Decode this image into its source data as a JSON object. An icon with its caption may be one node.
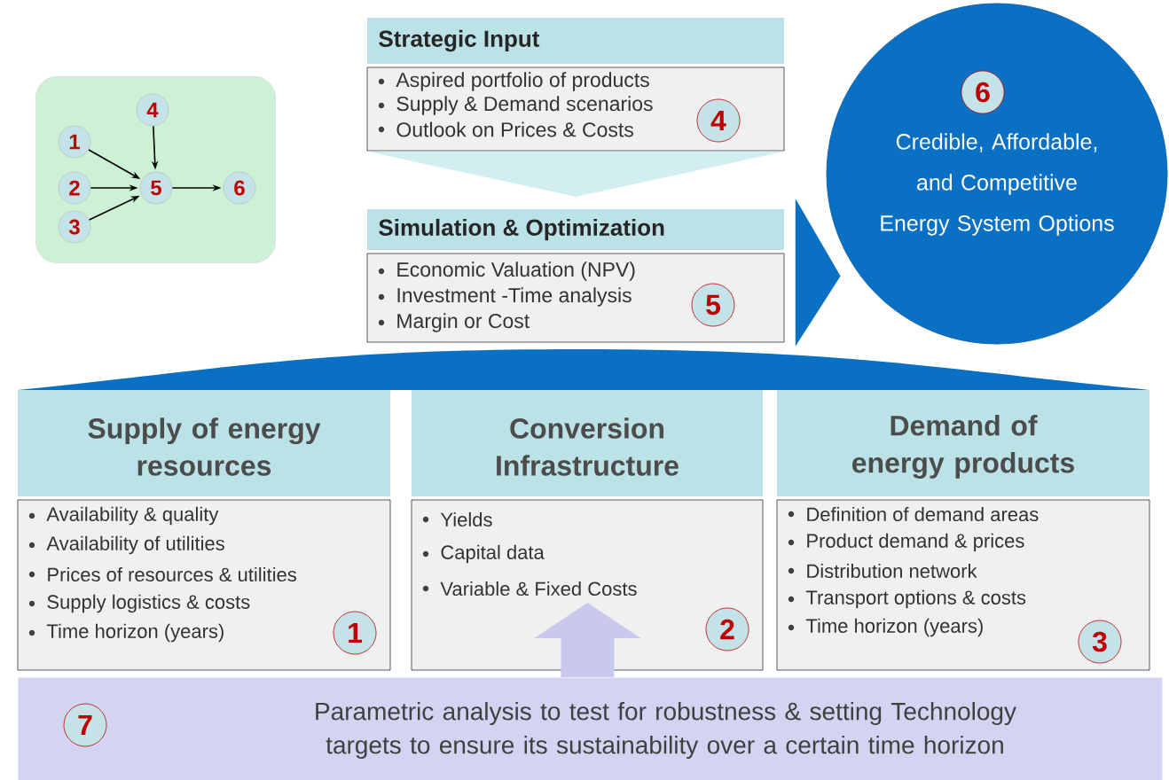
{
  "diagram": {
    "nodes": [
      {
        "text": [],
        "shape": "box"
      },
      {
        "text": [
          "1"
        ],
        "in": 0
      },
      {
        "text": [
          "2"
        ],
        "in": 0
      },
      {
        "text": [
          "3"
        ],
        "in": 0
      },
      {
        "text": [
          "4"
        ],
        "in": 0
      },
      {
        "text": [
          "5"
        ],
        "in": 0
      },
      {
        "text": [
          "6"
        ],
        "in": 0
      },
      {
        "text": [
          "Strategic Input",
          "Aspired portfolio of products",
          "Supply & Demand scenarios",
          "Outlook on Prices & Costs"
        ]
      },
      {
        "text": [
          "4"
        ],
        "in": 7
      },
      {
        "text": [
          "Simulation & Optimization",
          "Economic Valuation (NPV)",
          "Investment -Time analysis",
          "Margin or Cost"
        ]
      },
      {
        "text": [
          "5"
        ],
        "in": 9
      },
      {
        "text": [
          "Credible, Affordable, and Competitive Energy System Options"
        ]
      },
      {
        "text": [
          "6"
        ],
        "in": 11
      },
      {
        "text": [
          "Supply of energy resources",
          "Availability & quality",
          "Availability of utilities",
          "Prices of resources & utilities",
          "Supply logistics & costs",
          "Time horizon (years)"
        ]
      },
      {
        "text": [
          "1"
        ],
        "in": 13
      },
      {
        "text": [
          "Conversion Infrastructure",
          "Yields",
          "Capital data",
          "Variable & Fixed Costs"
        ]
      },
      {
        "text": [
          "2"
        ],
        "in": 15
      },
      {
        "text": [
          "Demand of energy products",
          "Definition of demand areas",
          "Product demand & prices",
          "Distribution network",
          "Transport options & costs",
          "Time horizon (years)"
        ]
      },
      {
        "text": [
          "3"
        ],
        "in": 17
      },
      {
        "text": [
          "Parametric analysis to test for robustness & setting Technology targets to ensure its sustainability over a certain time horizon"
        ]
      },
      {
        "text": [
          "7"
        ],
        "in": 19
      },
      {
        "text": [],
        "shape": "bar"
      }
    ],
    "edges": [
      {
        "from": 1,
        "to": 5,
        "arrow": "to"
      },
      {
        "from": 2,
        "to": 5,
        "arrow": "to"
      },
      {
        "from": 3,
        "to": 5,
        "arrow": "to"
      },
      {
        "from": 4,
        "to": 5,
        "arrow": "to"
      },
      {
        "from": 5,
        "to": 6,
        "arrow": "to"
      },
      {
        "from": 7,
        "to": 9,
        "arrow": "to"
      },
      {
        "from": 9,
        "to": 11,
        "arrow": "to"
      },
      {
        "from": 19,
        "to": 15,
        "arrow": "to"
      }
    ]
  }
}
